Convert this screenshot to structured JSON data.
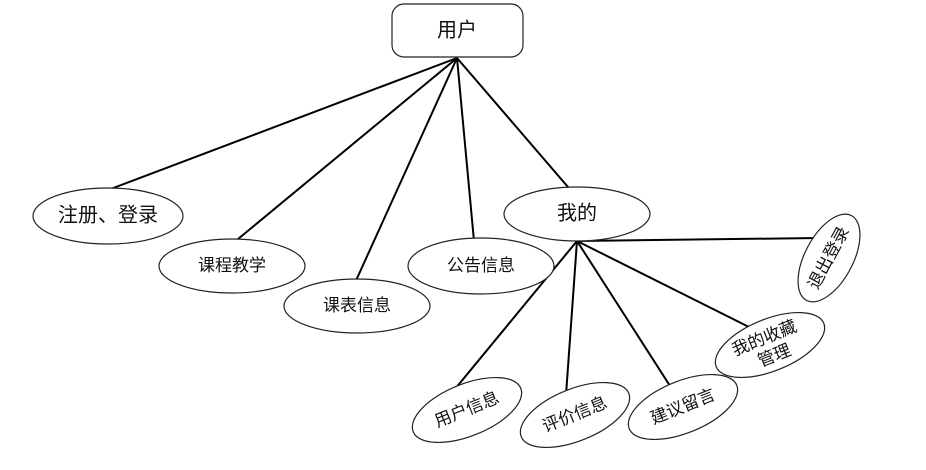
{
  "diagram": {
    "root": {
      "label": "用户"
    },
    "level1": [
      {
        "id": "register",
        "label": "注册、登录"
      },
      {
        "id": "course",
        "label": "课程教学"
      },
      {
        "id": "schedule",
        "label": "课表信息"
      },
      {
        "id": "notice",
        "label": "公告信息"
      },
      {
        "id": "mine",
        "label": "我的"
      }
    ],
    "mine_children": [
      {
        "id": "userinfo",
        "label": "用户信息"
      },
      {
        "id": "review",
        "label": "评价信息"
      },
      {
        "id": "suggest",
        "label": "建议留言"
      },
      {
        "id": "favorites",
        "label": "我的收藏管理"
      },
      {
        "id": "logout",
        "label": "退出登录"
      }
    ],
    "colors": {
      "line": "#000000",
      "border": "#222222",
      "fill": "#ffffff"
    }
  }
}
